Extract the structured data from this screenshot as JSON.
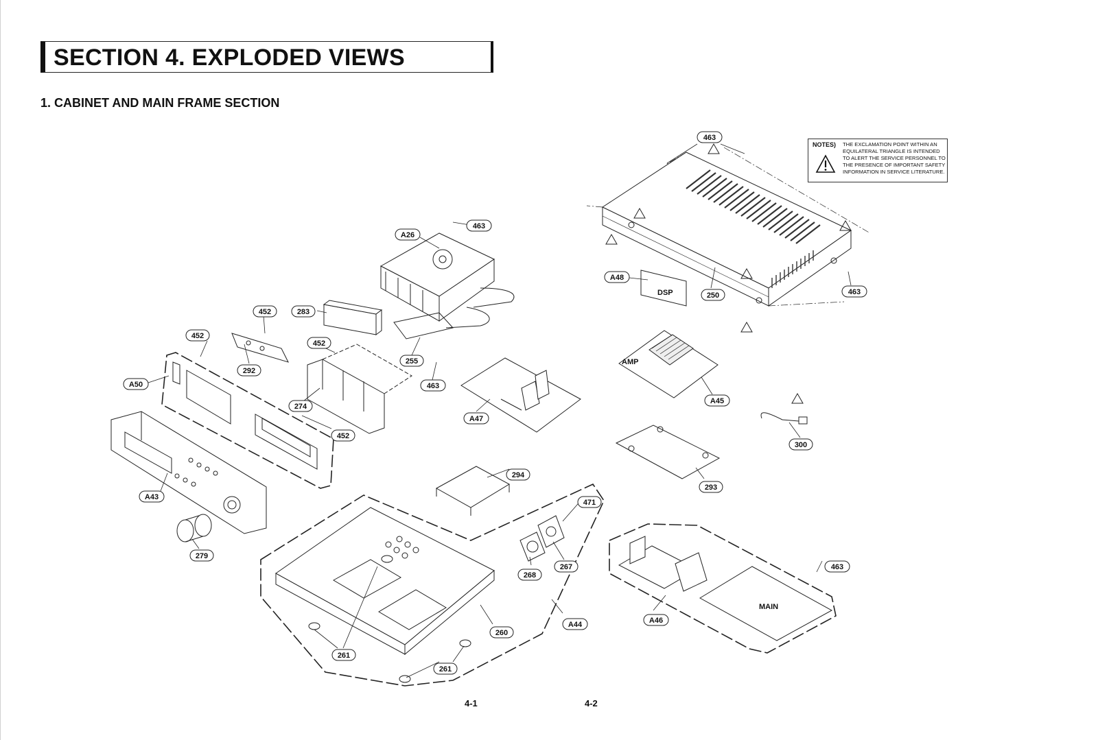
{
  "title": "SECTION 4. EXPLODED VIEWS",
  "subtitle": "1. CABINET AND MAIN FRAME SECTION",
  "notes": {
    "heading": "NOTES)",
    "text": "THE EXCLAMATION POINT WITHIN AN EQUILATERAL TRIANGLE IS INTENDED TO ALERT THE SERVICE PERSONNEL TO THE PRESENCE OF IMPORTANT SAFETY INFORMATION IN SERVICE LITERATURE."
  },
  "board_labels": {
    "dsp": "DSP",
    "amp": "AMP",
    "main": "MAIN"
  },
  "callouts": {
    "c463_top": "463",
    "c463_cd": "463",
    "c463_cab": "463",
    "c463_bracket": "463",
    "c463_main": "463",
    "a26": "A26",
    "a48": "A48",
    "c250": "250",
    "c283": "283",
    "c452_a": "452",
    "c452_b": "452",
    "c452_c": "452",
    "c452_d": "452",
    "c292": "292",
    "c255": "255",
    "a50": "A50",
    "c274": "274",
    "a47": "A47",
    "a45": "A45",
    "c300": "300",
    "c294": "294",
    "c293": "293",
    "a43": "A43",
    "c471": "471",
    "c279": "279",
    "c267": "267",
    "c268": "268",
    "c260": "260",
    "a44": "A44",
    "a46": "A46",
    "c261_a": "261",
    "c261_b": "261"
  },
  "page_numbers": {
    "left": "4-1",
    "right": "4-2"
  }
}
